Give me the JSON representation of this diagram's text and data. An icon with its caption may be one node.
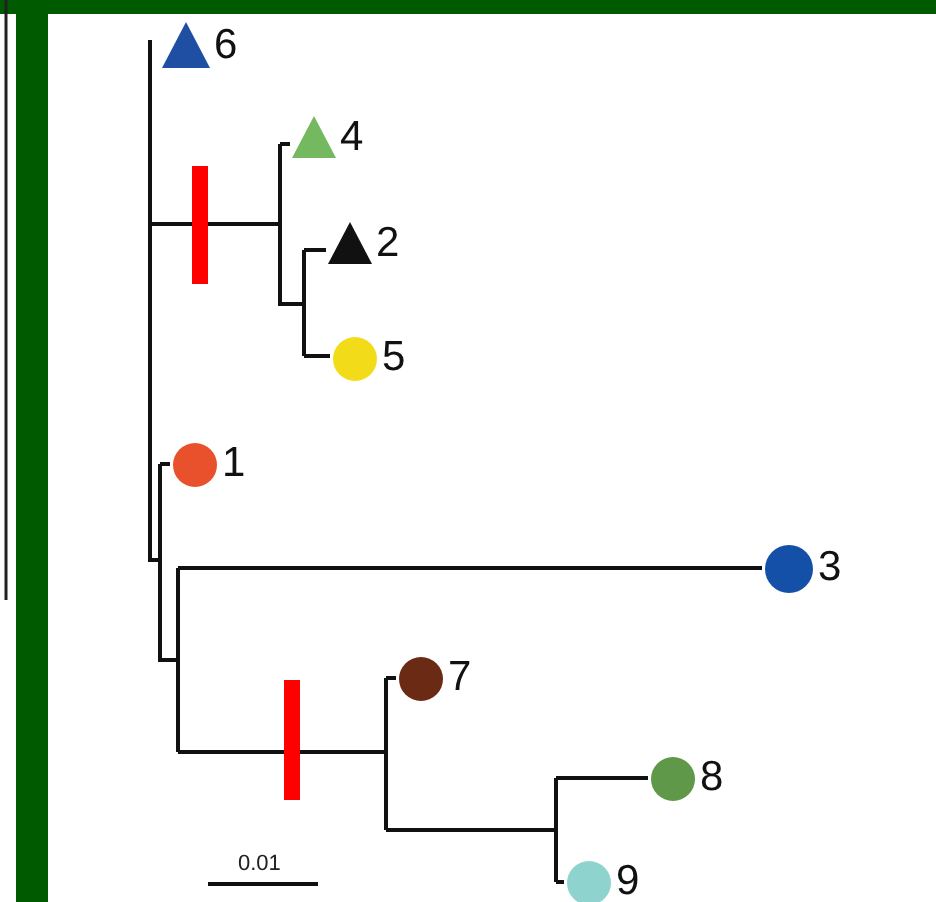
{
  "diagram": {
    "nodes": [
      {
        "text": [],
        "shape": "triangle",
        "beside": [
          "6"
        ]
      },
      {
        "text": [],
        "shape": "triangle",
        "beside": [
          "4"
        ]
      },
      {
        "text": [],
        "shape": "triangle",
        "beside": [
          "2"
        ]
      },
      {
        "text": [],
        "shape": "circle",
        "beside": [
          "5"
        ]
      },
      {
        "text": [],
        "shape": "circle",
        "beside": [
          "1"
        ]
      },
      {
        "text": [],
        "shape": "circle",
        "beside": [
          "3"
        ]
      },
      {
        "text": [],
        "shape": "circle",
        "beside": [
          "7"
        ]
      },
      {
        "text": [],
        "shape": "circle",
        "beside": [
          "8"
        ]
      },
      {
        "text": [],
        "shape": "circle",
        "beside": [
          "9"
        ]
      }
    ],
    "labels": [
      "0.01"
    ]
  }
}
